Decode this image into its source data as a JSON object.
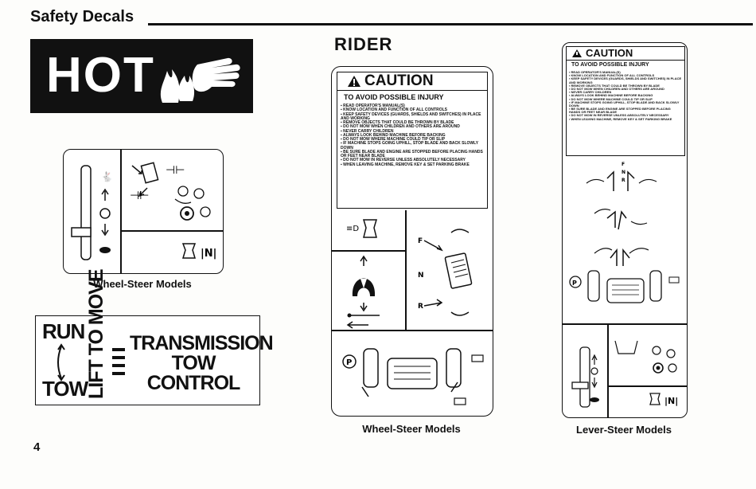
{
  "section_title": "Safety Decals",
  "page_number": "4",
  "hot_decal": {
    "label": "HOT",
    "icons": [
      "flame-icon",
      "hand-icon"
    ]
  },
  "wheel_steer_decal": {
    "caption": "Wheel-Steer Models"
  },
  "tow_decal": {
    "run": "RUN",
    "tow": "TOW",
    "lift_to_move": "LIFT TO MOVE",
    "line1": "TRANSMISSION",
    "line2": "TOW",
    "line3": "CONTROL"
  },
  "rider_section": {
    "title": "RIDER",
    "caption": "Wheel-Steer Models",
    "caution": {
      "heading": "CAUTION",
      "subheading": "TO AVOID POSSIBLE INJURY",
      "rules": [
        "READ OPERATOR'S MANUAL(S)",
        "KNOW LOCATION AND FUNCTION OF ALL CONTROLS",
        "KEEP SAFETY DEVICES (GUARDS, SHIELDS AND SWITCHES) IN PLACE AND WORKING",
        "REMOVE OBJECTS THAT COULD BE THROWN BY BLADE",
        "DO NOT MOW WHEN CHILDREN AND OTHERS ARE AROUND",
        "NEVER CARRY CHILDREN",
        "ALWAYS LOOK BEHIND MACHINE BEFORE BACKING",
        "DO NOT MOW WHERE MACHINE COULD TIP OR SLIP",
        "IF MACHINE STOPS GOING UPHILL, STOP BLADE AND BACK SLOWLY DOWN",
        "BE SURE BLADE AND ENGINE ARE STOPPED BEFORE PLACING HANDS OR FEET NEAR BLADE",
        "DO NOT MOW IN REVERSE UNLESS ABSOLUTELY NECESSARY",
        "WHEN LEAVING MACHINE, REMOVE KEY & SET PARKING BRAKE"
      ]
    },
    "pedal_labels": {
      "f": "F",
      "n": "N",
      "r": "R"
    }
  },
  "lever_steer_decal": {
    "caption": "Lever-Steer Models",
    "caution": {
      "heading": "CAUTION",
      "subheading": "TO AVOID POSSIBLE INJURY",
      "rules": [
        "READ OPERATOR'S MANUAL(S)",
        "KNOW LOCATION AND FUNCTION OF ALL CONTROLS",
        "KEEP SAFETY DEVICES (GUARDS, SHIELDS AND SWITCHES) IN PLACE AND WORKING",
        "REMOVE OBJECTS THAT COULD BE THROWN BY BLADE",
        "DO NOT MOW WHEN CHILDREN AND OTHERS ARE AROUND",
        "NEVER CARRY CHILDREN",
        "ALWAYS LOOK BEHIND MACHINE BEFORE BACKING",
        "DO NOT MOW WHERE MACHINE COULD TIP OR SLIP",
        "IF MACHINE STOPS GOING UPHILL, STOP BLADE AND BACK SLOWLY DOWN",
        "BE SURE BLADE AND ENGINE ARE STOPPED BEFORE PLACING HANDS OR FEET NEAR BLADE",
        "DO NOT MOW IN REVERSE UNLESS ABSOLUTELY NECESSARY",
        "WHEN LEAVING MACHINE, REMOVE KEY & SET PARKING BRAKE"
      ]
    },
    "lever_labels": {
      "n": "N",
      "f": "F",
      "r": "R"
    }
  },
  "symbols": {
    "park": "P",
    "neutral": "N"
  }
}
